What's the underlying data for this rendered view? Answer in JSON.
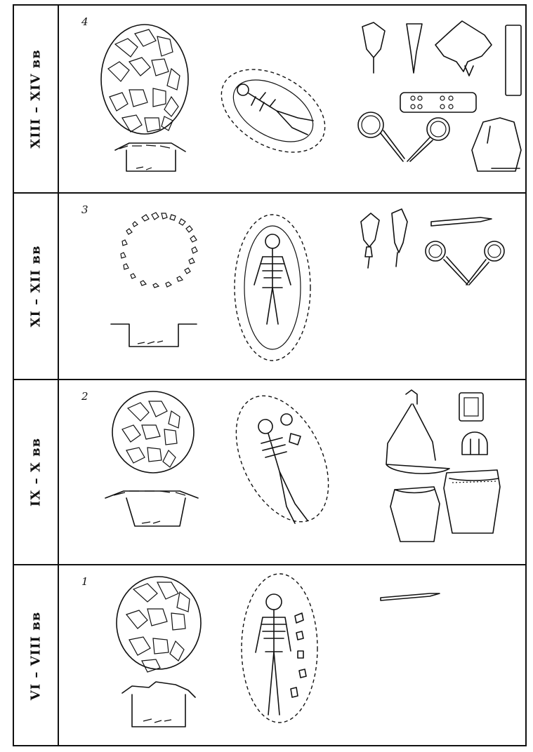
{
  "rows": [
    {
      "period": "XIII – XIV вв",
      "number": "4"
    },
    {
      "period": "XI – XII вв",
      "number": "3"
    },
    {
      "period": "IX – X вв",
      "number": "2"
    },
    {
      "period": "VI – VIII вв",
      "number": "1"
    }
  ]
}
